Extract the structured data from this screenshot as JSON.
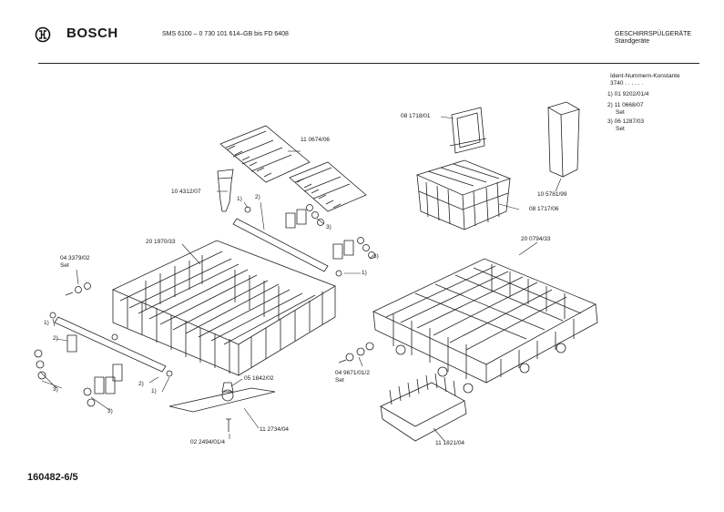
{
  "header": {
    "brand": "BOSCH",
    "model_line": "SMS 6100  –  0 730 101 614–GB  bis FD 6408",
    "category": "GESCHIRRSPÜLGERÄTE",
    "subcategory": "Standgeräte"
  },
  "ident": {
    "title": "Ident-Nummern-Konstante",
    "value": "3740  . .  . . . .",
    "items": [
      {
        "number": "1)",
        "part": "01 9202/01/4",
        "suffix": ""
      },
      {
        "number": "2)",
        "part": "11 0668/07",
        "suffix": "Set"
      },
      {
        "number": "3)",
        "part": "06 1287/03",
        "suffix": "Set"
      }
    ]
  },
  "labels": {
    "rack_clip": "11 0674/06",
    "cup_holder": "10 4312/07",
    "upper_basket": "20 1970/33",
    "small_parts_set": "04 3379/02",
    "set": "Set",
    "basket_handle": "08 1718/01",
    "cutlery_basket": "08 1717/06",
    "tall_holder": "10 5781/99",
    "lower_basket": "20 0794/33",
    "spray_hub": "05 1842/02",
    "spray_arm": "11 2734/04",
    "screw": "02 2494/01/4",
    "wheels_set": "04 9671/01/2",
    "plate_insert": "11 1821/04",
    "c1": "1)",
    "c2": "2)",
    "c3": "3)"
  },
  "footer": {
    "code": "160482-6/5"
  }
}
